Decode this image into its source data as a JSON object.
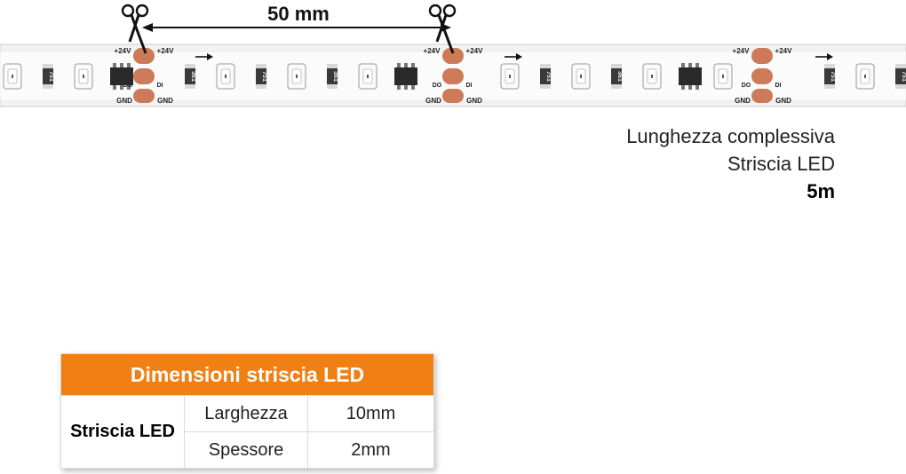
{
  "measurement": {
    "label": "50 mm"
  },
  "strip": {
    "pad_labels": {
      "plus": "+24V",
      "gnd": "GND",
      "do": "DO",
      "di": "DI"
    },
    "resistor_codes": [
      "751",
      "361",
      "751",
      "361",
      "751",
      "361",
      "751",
      "751",
      "361",
      "751",
      "361",
      "751"
    ],
    "colors": {
      "pcb": "#f1f1f1",
      "copper": "#cc7a58",
      "led_body": "#fafafa",
      "chip": "#2a2a2a"
    }
  },
  "specs": {
    "line1": "Lunghezza complessiva",
    "line2": "Striscia LED",
    "line3": "5m"
  },
  "table": {
    "title": "Dimensioni striscia LED",
    "row_header": "Striscia LED",
    "rows": [
      {
        "label": "Larghezza",
        "value": "10mm"
      },
      {
        "label": "Spessore",
        "value": "2mm"
      }
    ],
    "colors": {
      "header_bg": "#f07f14"
    }
  }
}
